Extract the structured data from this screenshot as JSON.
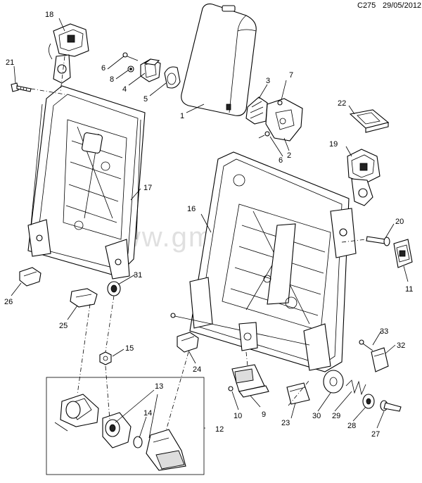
{
  "header": {
    "code": "C275",
    "date": "29/05/2012"
  },
  "watermark": "www.gmsv.ru",
  "callouts": [
    "1",
    "2",
    "3",
    "4",
    "5",
    "6",
    "6",
    "7",
    "8",
    "9",
    "10",
    "11",
    "12",
    "13",
    "14",
    "15",
    "16",
    "17",
    "18",
    "19",
    "20",
    "21",
    "22",
    "23",
    "24",
    "25",
    "26",
    "27",
    "28",
    "29",
    "30",
    "31",
    "32",
    "33"
  ]
}
